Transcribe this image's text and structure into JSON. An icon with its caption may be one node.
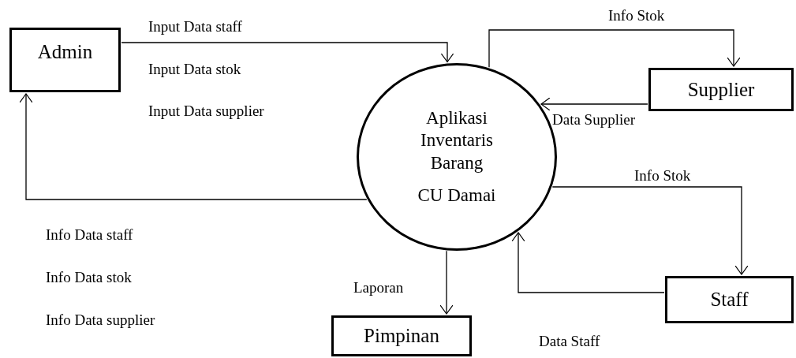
{
  "diagram": {
    "nodes": [
      {
        "text": [
          "Admin"
        ]
      },
      {
        "text": [
          "Aplikasi Inventaris Barang",
          "CU Damai"
        ]
      },
      {
        "text": [
          "Supplier"
        ]
      },
      {
        "text": [
          "Staff"
        ]
      },
      {
        "text": [
          "Pimpinan"
        ]
      }
    ],
    "edges": [
      {
        "from": 0,
        "to": 1,
        "arrow": "to"
      },
      {
        "from": 1,
        "to": 0,
        "arrow": "to"
      },
      {
        "from": 1,
        "to": 2,
        "arrow": "to",
        "label": "Info Stok"
      },
      {
        "from": 2,
        "to": 1,
        "arrow": "to",
        "label": "Data Supplier"
      },
      {
        "from": 1,
        "to": 3,
        "arrow": "to",
        "label": "Info Stok"
      },
      {
        "from": 3,
        "to": 1,
        "arrow": "to",
        "label": "Data Staff"
      },
      {
        "from": 1,
        "to": 4,
        "arrow": "to",
        "label": "Laporan"
      }
    ],
    "labels": [
      "Input Data staff",
      "Input Data stok",
      "Input Data supplier",
      "Info Data staff",
      "Info Data stok",
      "Info Data supplier"
    ]
  }
}
